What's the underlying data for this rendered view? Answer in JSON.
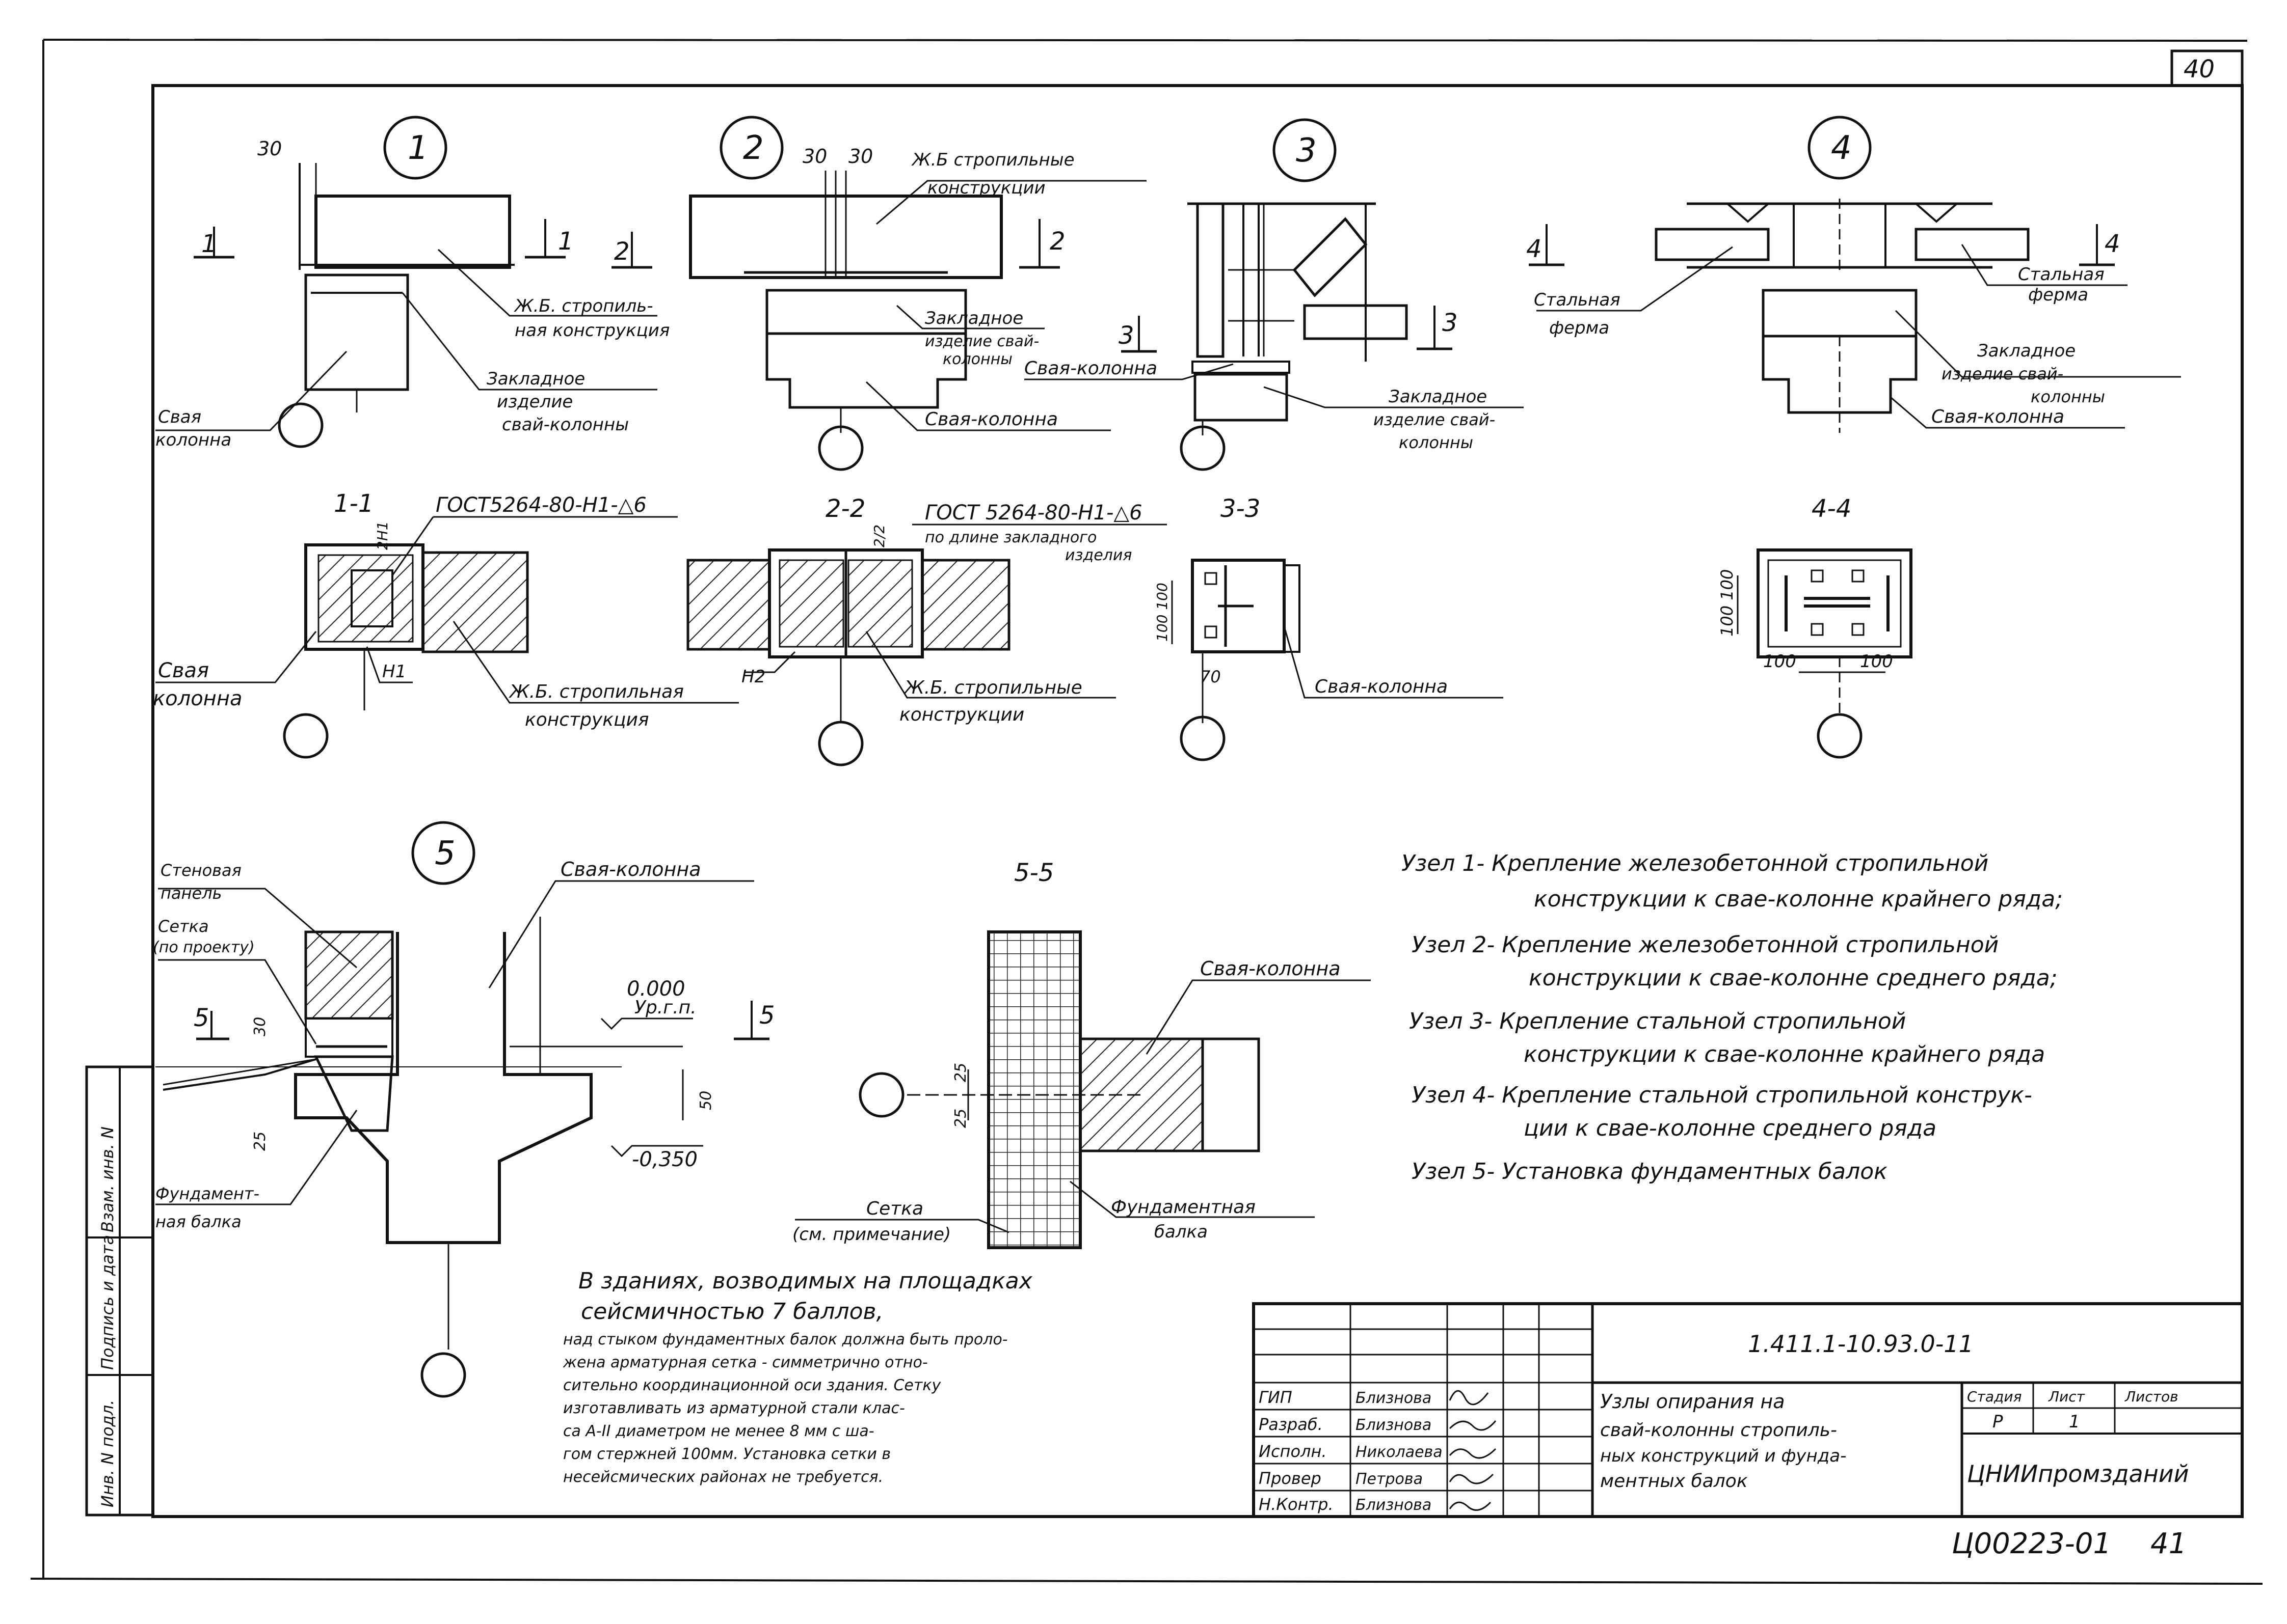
{
  "sheet": {
    "page_number_top": "40",
    "page_number_bottom": "41",
    "archive_code": "Ц00223-01",
    "side_stamp": [
      "Инв. N подл.",
      "Подпись и дата",
      "Взам. инв. N"
    ]
  },
  "nodes": {
    "n1": {
      "number": "1",
      "dimension": "30",
      "section_mark": "1",
      "label_beam": [
        "Ж.Б. стропиль-",
        "ная конструкция"
      ],
      "label_embed": [
        "Закладное",
        "изделие",
        "свай-колонны"
      ],
      "label_column": [
        "Свая",
        "колонна"
      ]
    },
    "n2": {
      "number": "2",
      "dimension_a": "30",
      "dimension_b": "30",
      "section_mark": "2",
      "label_beam": [
        "Ж.Б стропильные",
        "конструкции"
      ],
      "label_embed": [
        "Закладное",
        "изделие свай-",
        "колонны"
      ],
      "label_column": "Свая-колонна"
    },
    "n3": {
      "number": "3",
      "section_mark": "3",
      "label_column": "Свая-колонна",
      "label_embed": [
        "Закладное",
        "изделие свай-",
        "колонны"
      ]
    },
    "n4": {
      "number": "4",
      "section_mark": "4",
      "label_truss_left": [
        "Стальная",
        "ферма"
      ],
      "label_truss_right": [
        "Стальная",
        "ферма"
      ],
      "label_embed": [
        "Закладное",
        "изделие свай-",
        "колонны"
      ],
      "label_column": "Свая-колонна"
    },
    "n5": {
      "number": "5",
      "section_mark": "5",
      "label_panel": [
        "Стеновая",
        "панель"
      ],
      "label_mesh": [
        "Сетка",
        "(по проекту)"
      ],
      "label_column": "Свая-колонна",
      "level_top": "0.000",
      "level_ground": "Ур.г.п.",
      "level_bottom": "-0,350",
      "dim_30": "30",
      "dim_25": "25",
      "dim_50": "50",
      "label_beam": [
        "Фундамент-",
        "ная балка"
      ]
    }
  },
  "sections": {
    "s11": {
      "title": "1-1",
      "weld": "ГОСТ5264-80-Н1-△6",
      "weld_leg": "2Н1",
      "weld_tag": "Н1",
      "label_column": [
        "Свая",
        "колонна"
      ],
      "label_beam": [
        "Ж.Б. стропильная",
        "конструкция"
      ]
    },
    "s22": {
      "title": "2-2",
      "weld": "ГОСТ 5264-80-Н1-△6",
      "weld_note": [
        "по длине закладного",
        "изделия"
      ],
      "weld_leg": "2/2",
      "weld_tag": "Н2",
      "label_beam": [
        "Ж.Б. стропильные",
        "конструкции"
      ]
    },
    "s33": {
      "title": "3-3",
      "dim_side": "100 100",
      "dim_bottom": "70",
      "label_column": "Свая-колонна"
    },
    "s44": {
      "title": "4-4",
      "dim_side": "100 100",
      "dim_left": "100",
      "dim_right": "100"
    },
    "s55": {
      "title": "5-5",
      "dim_a": "25",
      "dim_b": "25",
      "label_column": "Свая-колонна",
      "label_mesh": [
        "Сетка",
        "(см. примечание)"
      ],
      "label_beam": [
        "Фундаментная",
        "балка"
      ]
    }
  },
  "legend": [
    [
      "Узел 1- Крепление железобетонной стропильной",
      "конструкции к свае-колонне крайнего ряда;"
    ],
    [
      "Узел 2- Крепление железобетонной стропильной",
      "конструкции к свае-колонне среднего ряда;"
    ],
    [
      "Узел 3- Крепление стальной стропильной",
      "конструкции к свае-колонне крайнего ряда"
    ],
    [
      "Узел 4- Крепление стальной стропильной конструк-",
      "ции к свае-колонне среднего ряда"
    ],
    [
      "Узел 5- Установка фундаментных балок"
    ]
  ],
  "note": [
    "В зданиях, возводимых на площадках",
    "сейсмичностью 7 баллов,",
    "над стыком фундаментных балок должна быть проло-",
    "жена арматурная сетка - симметрично отно-",
    "сительно координационной оси здания. Сетку",
    "изготавливать из арматурной стали клас-",
    "са А-II диаметром не менее 8 мм с ша-",
    "гом стержней 100мм. Установка сетки в",
    "несейсмических районах не требуется."
  ],
  "title_block": {
    "designation": "1.411.1-10.93.0-11",
    "roles": [
      "ГИП",
      "Разраб.",
      "Исполн.",
      "Провер",
      "Н.Контр."
    ],
    "names": [
      "Близнова",
      "Близнова",
      "Николаева",
      "Петрова",
      "Близнова"
    ],
    "title": [
      "Узлы опирания на",
      "свай-колонны стропиль-",
      "ных конструкций и фунда-",
      "ментных балок"
    ],
    "stage_label": "Стадия",
    "sheet_label": "Лист",
    "sheets_label": "Листов",
    "stage": "Р",
    "sheet": "1",
    "org": "ЦНИИпромзданий"
  }
}
